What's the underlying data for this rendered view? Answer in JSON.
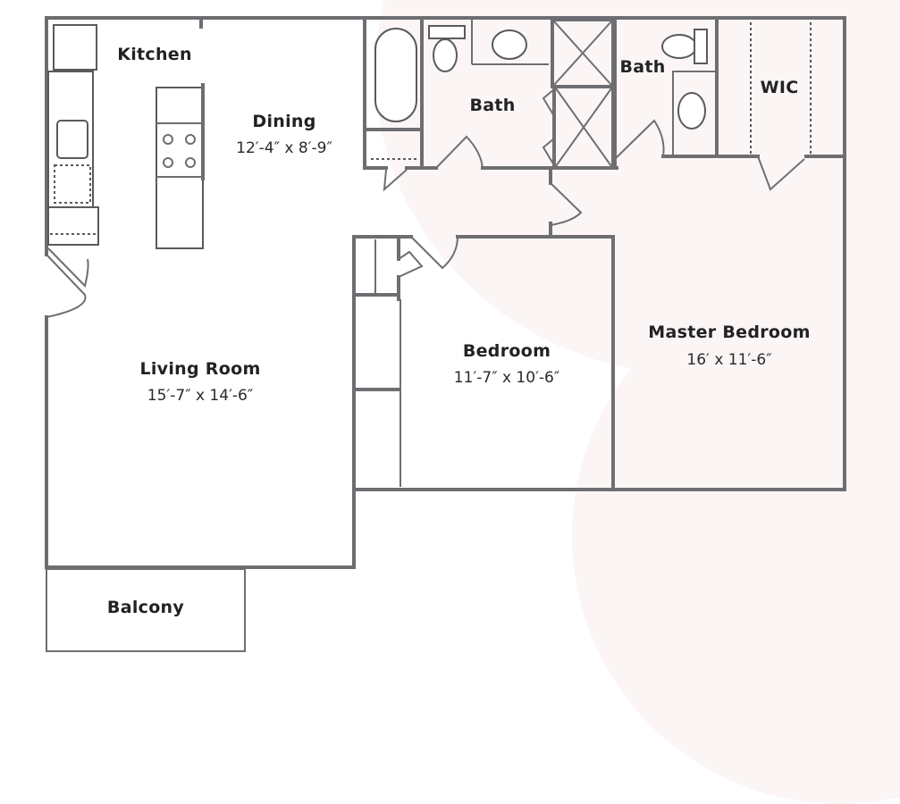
{
  "floorplan": {
    "rooms": [
      {
        "id": "kitchen",
        "name": "Kitchen",
        "dimensions": null
      },
      {
        "id": "dining",
        "name": "Dining",
        "dimensions": "12′-4″ x 8′-9″"
      },
      {
        "id": "living",
        "name": "Living Room",
        "dimensions": "15′-7″ x 14′-6″"
      },
      {
        "id": "balcony",
        "name": "Balcony",
        "dimensions": null
      },
      {
        "id": "bath1",
        "name": "Bath",
        "dimensions": null
      },
      {
        "id": "bath2",
        "name": "Bath",
        "dimensions": null
      },
      {
        "id": "wic",
        "name": "WIC",
        "dimensions": null
      },
      {
        "id": "bedroom",
        "name": "Bedroom",
        "dimensions": "11′-7″ x 10′-6″"
      },
      {
        "id": "master",
        "name": "Master Bedroom",
        "dimensions": "16′ x 11′-6″"
      }
    ],
    "colors": {
      "wall": "#6e6e72",
      "text": "#222222",
      "background_blob": "#fbf6f5"
    }
  }
}
